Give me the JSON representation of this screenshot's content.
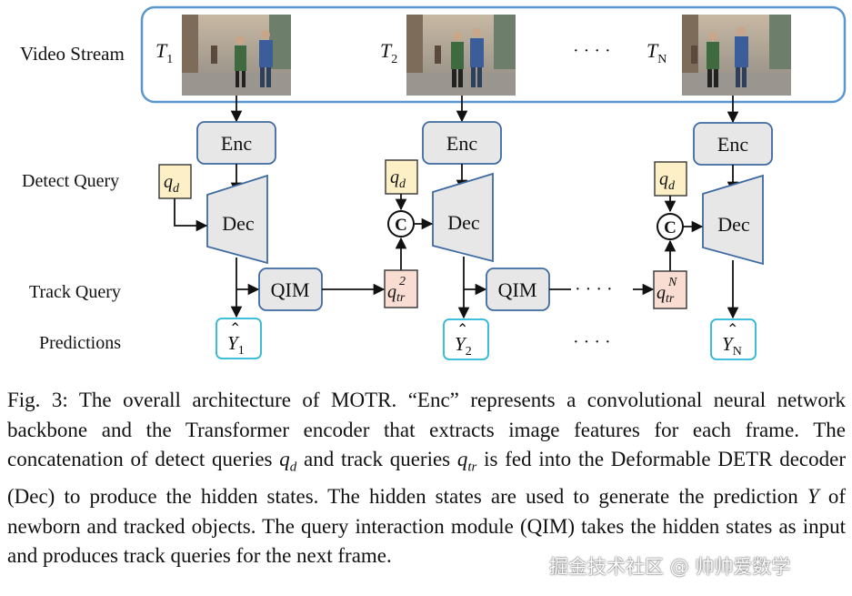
{
  "labels": {
    "video_stream": "Video Stream",
    "detect_query": "Detect Query",
    "track_query": "Track Query",
    "predictions": "Predictions"
  },
  "frames": {
    "t1": {
      "main": "T",
      "sub": "1"
    },
    "t2": {
      "main": "T",
      "sub": "2"
    },
    "tn": {
      "main": "T",
      "sub": "N"
    }
  },
  "blocks": {
    "enc": "Enc",
    "dec": "Dec",
    "qim": "QIM",
    "concat": "C"
  },
  "queries": {
    "qd": {
      "main": "q",
      "sub": "d"
    },
    "qtr2": {
      "main": "q",
      "sub": "tr",
      "sup": "2"
    },
    "qtrn": {
      "main": "q",
      "sub": "tr",
      "sup": "N"
    }
  },
  "predictions": {
    "y1": {
      "main": "Y",
      "sub": "1"
    },
    "y2": {
      "main": "Y",
      "sub": "2"
    },
    "yn": {
      "main": "Y",
      "sub": "N"
    }
  },
  "ellipsis": "· · · ·",
  "caption": {
    "p1": "Fig. 3: The overall architecture of MOTR. “Enc” represents a convolutional neural network backbone and the Transformer encoder that extracts image features for each frame. The concatenation of detect queries ",
    "qd_main": "q",
    "qd_sub": "d",
    "p2": " and track queries ",
    "qtr_main": "q",
    "qtr_sub": "tr",
    "p3": " is fed into the Deformable DETR decoder (Dec) to produce the hidden states. The hidden states are used to generate the prediction ",
    "y": "Y",
    "p4": " of newborn and tracked objects. The query interaction module (QIM) takes the hidden states as input and produces track queries for the next frame."
  },
  "watermark": "掘金技术社区 @ 帅帅爱数学",
  "colors": {
    "stream_border": "#5b97cf",
    "block_fill": "#e7e7e7",
    "block_border": "#3d6aa0",
    "query_fill": "#fdf0c6",
    "query_border": "#333333",
    "track_fill": "#f9ddd2",
    "pred_border": "#29b6d6"
  }
}
